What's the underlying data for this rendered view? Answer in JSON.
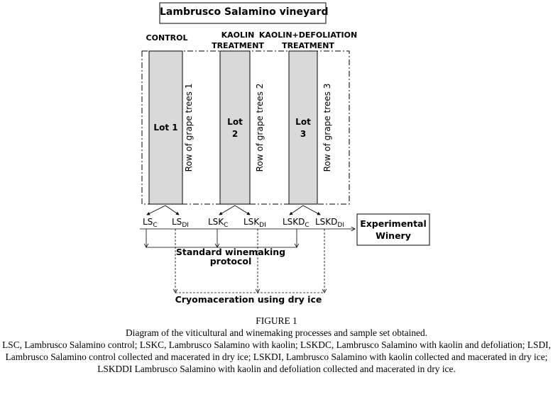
{
  "diagram": {
    "title": "Lambrusco Salamino vineyard",
    "treatments": [
      {
        "line1": "CONTROL",
        "line2": ""
      },
      {
        "line1": "KAOLIN",
        "line2": "TREATMENT"
      },
      {
        "line1": "KAOLIN+DEFOLIATION",
        "line2": "TREATMENT"
      }
    ],
    "lots": [
      {
        "line1": "Lot 1",
        "line2": "",
        "row": "Row of grape trees 1"
      },
      {
        "line1": "Lot",
        "line2": "2",
        "row": "Row of grape trees 2"
      },
      {
        "line1": "Lot",
        "line2": "3",
        "row": "Row of grape trees 3"
      }
    ],
    "samples": [
      {
        "base": "LS",
        "sub": "C"
      },
      {
        "base": "LS",
        "sub": "DI"
      },
      {
        "base": "LSK",
        "sub": "C"
      },
      {
        "base": "LSK",
        "sub": "DI"
      },
      {
        "base": "LSKD",
        "sub": "C"
      },
      {
        "base": "LSKD",
        "sub": "DI"
      }
    ],
    "winery": {
      "line1": "Experimental",
      "line2": "Winery"
    },
    "standard": {
      "line1": "Standard winemaking",
      "line2": "protocol"
    },
    "cryo": "Cryomaceration using dry ice",
    "bar_color": "#d9d9d9"
  },
  "caption": {
    "figure": "FIGURE 1",
    "subtitle": "Diagram of the viticultural and winemaking processes and sample set obtained.",
    "text": "LSC, Lambrusco Salamino control; LSKC, Lambrusco Salamino with kaolin; LSKDC, Lambrusco Salamino with kaolin and defoliation; LSDI, Lambrusco Salamino control collected and macerated in dry ice; LSKDI, Lambrusco Salamino with kaolin collected and macerated in dry ice; LSKDDI Lambrusco Salamino with kaolin and defoliation collected and macerated in dry ice."
  }
}
